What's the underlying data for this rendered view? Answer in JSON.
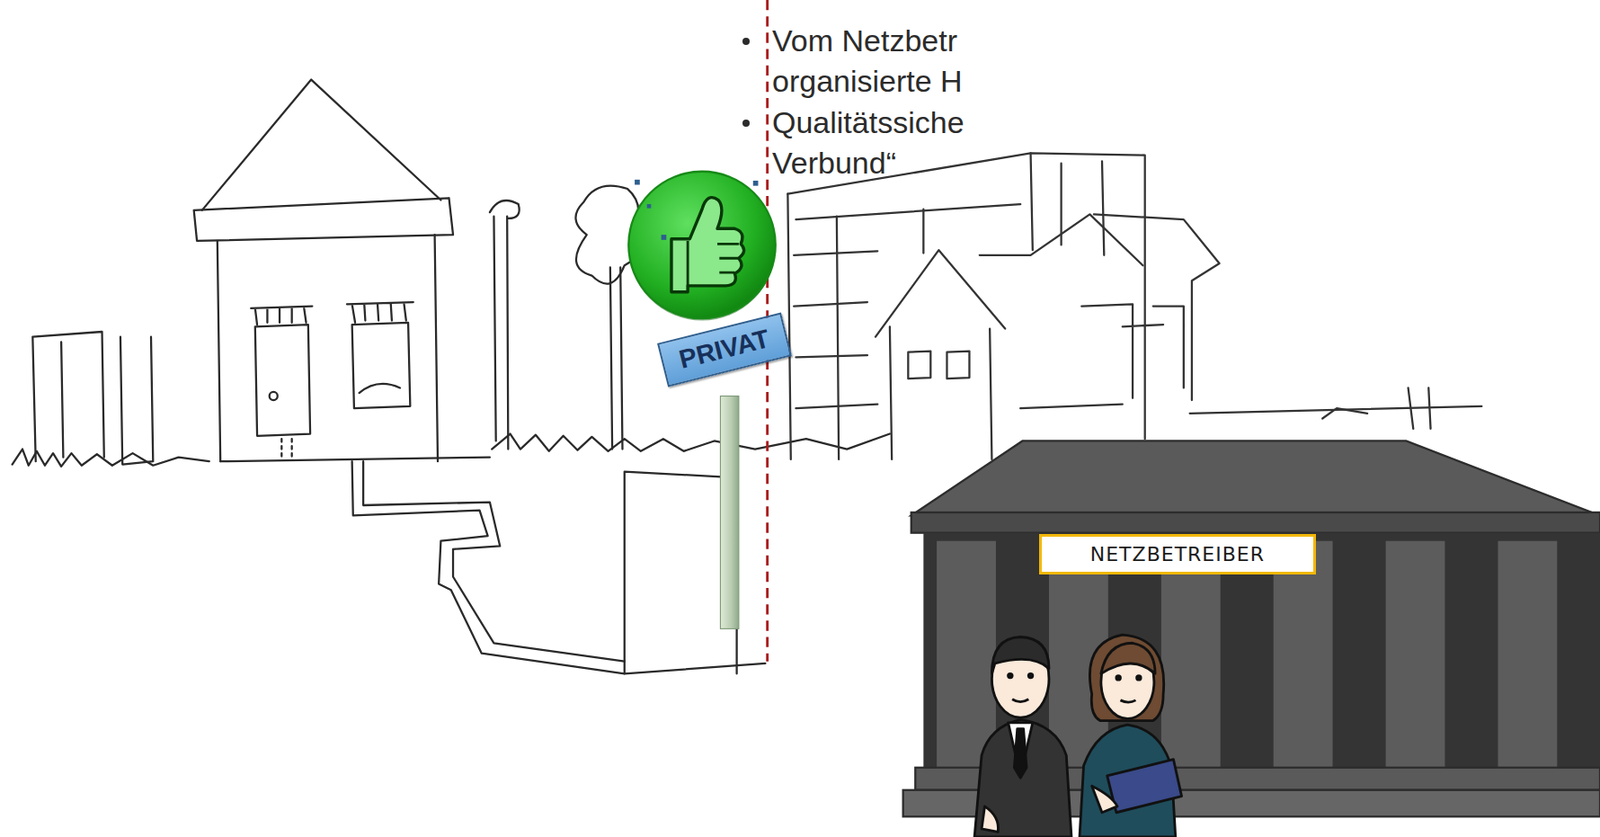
{
  "diagram": {
    "nodes": [
      {
        "text": [
          "PRIVAT"
        ]
      },
      {
        "text": [
          "NETZBETREIBER"
        ]
      }
    ],
    "labels": [
      "Vom Netzbetr organisierte H",
      "Qualitätssiche Verbund“"
    ]
  }
}
